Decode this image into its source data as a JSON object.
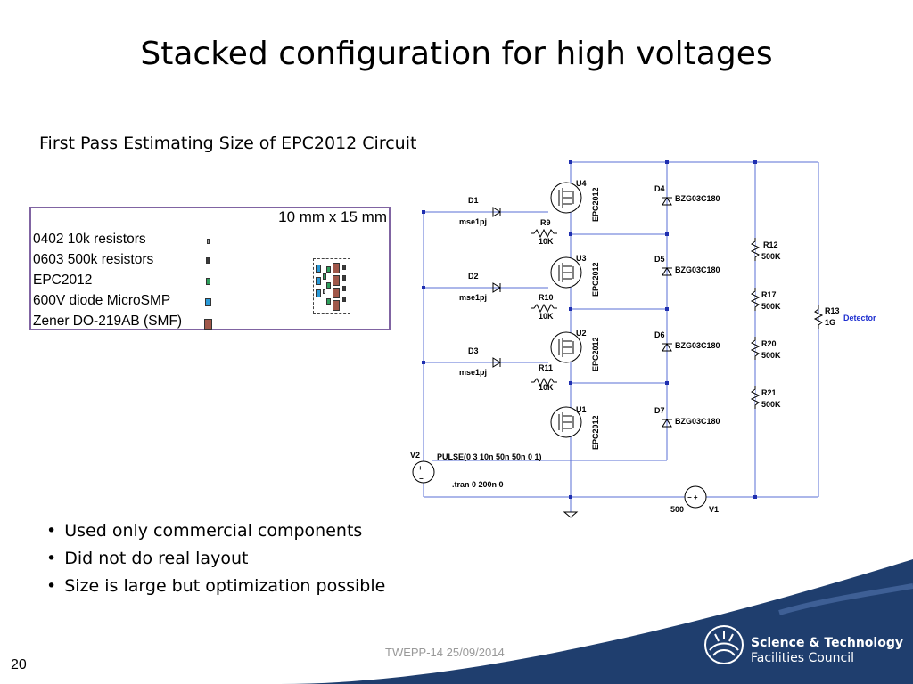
{
  "slide": {
    "title": "Stacked configuration for high voltages",
    "subtitle": "First Pass Estimating Size of EPC2012 Circuit",
    "page_number": "20",
    "footer": "TWEPP-14 25/09/2014"
  },
  "legend": {
    "dimensions": "10 mm x 15 mm",
    "items": [
      {
        "label": "0402 10k resistors",
        "color": "#9e9e9e"
      },
      {
        "label": "0603 500k resistors",
        "color": "#3a3a3a"
      },
      {
        "label": "EPC2012",
        "color": "#2e9e5b"
      },
      {
        "label": "600V diode MicroSMP",
        "color": "#2a9ad8"
      },
      {
        "label": "Zener DO-219AB (SMF)",
        "color": "#a0574a"
      }
    ]
  },
  "bullets": [
    "Used only commercial components",
    "Did not do real layout",
    "Size is large but optimization possible"
  ],
  "schematic": {
    "transistors": [
      {
        "ref": "U4",
        "part": "EPC2012"
      },
      {
        "ref": "U3",
        "part": "EPC2012"
      },
      {
        "ref": "U2",
        "part": "EPC2012"
      },
      {
        "ref": "U1",
        "part": "EPC2012"
      }
    ],
    "diodes": [
      {
        "ref": "D1",
        "part": "mse1pj"
      },
      {
        "ref": "D2",
        "part": "mse1pj"
      },
      {
        "ref": "D3",
        "part": "mse1pj"
      }
    ],
    "zeners": [
      {
        "ref": "D4",
        "part": "BZG03C180"
      },
      {
        "ref": "D5",
        "part": "BZG03C180"
      },
      {
        "ref": "D6",
        "part": "BZG03C180"
      },
      {
        "ref": "D7",
        "part": "BZG03C180"
      }
    ],
    "gate_resistors": [
      {
        "ref": "R9",
        "value": "10K"
      },
      {
        "ref": "R10",
        "value": "10K"
      },
      {
        "ref": "R11",
        "value": "10K"
      }
    ],
    "divider_resistors": [
      {
        "ref": "R12",
        "value": "500K"
      },
      {
        "ref": "R17",
        "value": "500K"
      },
      {
        "ref": "R20",
        "value": "500K"
      },
      {
        "ref": "R21",
        "value": "500K"
      }
    ],
    "load": {
      "ref": "R13",
      "value": "1G",
      "net": "Detector"
    },
    "source_pulse": {
      "ref": "V2",
      "spec": "PULSE(0 3 10n 50n 50n 0 1)"
    },
    "source_dc": {
      "ref": "V1",
      "value": "500"
    },
    "directive": ".tran 0 200n 0"
  },
  "brand": {
    "line1": "Science & Technology",
    "line2": "Facilities Council"
  },
  "colors": {
    "wire": "#5a6fd6",
    "legend_border": "#8064a2",
    "brand_band": "#1f3e6e",
    "detector_label": "#1e2fd0"
  }
}
